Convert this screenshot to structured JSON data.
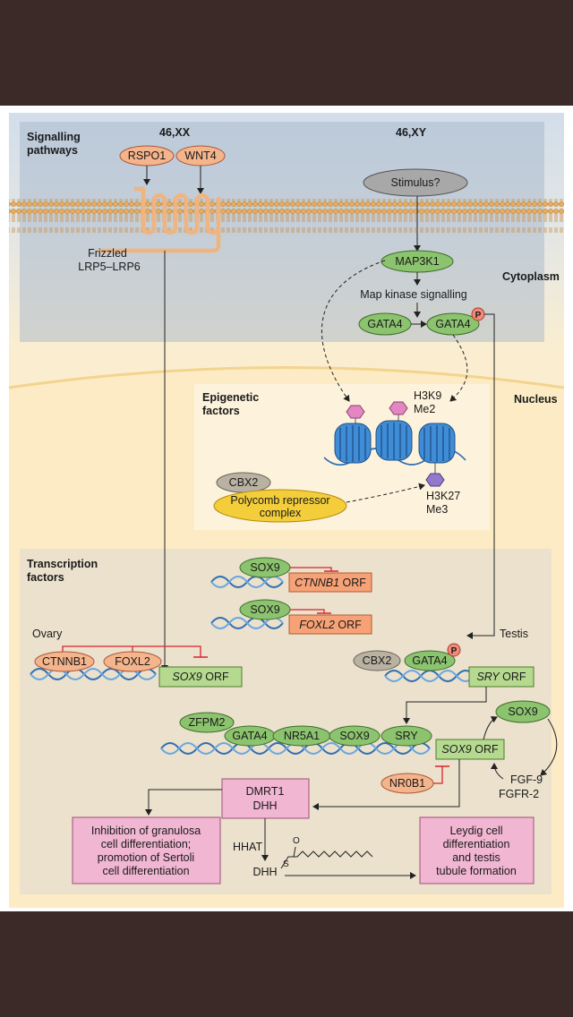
{
  "karyotypes": {
    "xx": "46,XX",
    "xy": "46,XY"
  },
  "sections": {
    "signalling": [
      "Signalling",
      "pathways"
    ],
    "epigenetic": [
      "Epigenetic",
      "factors"
    ],
    "transcription": [
      "Transcription",
      "factors"
    ],
    "cytoplasm": "Cytoplasm",
    "nucleus": "Nucleus"
  },
  "membrane": {
    "receptor": [
      "Frizzled",
      "LRP5–LRP6"
    ],
    "stimulus": "Stimulus?"
  },
  "ligands": {
    "rspo1": "RSPO1",
    "wnt4": "WNT4"
  },
  "cytoplasm": {
    "map3k1": "MAP3K1",
    "map_kinase": "Map kinase signalling",
    "gata4_a": "GATA4",
    "gata4_b": "GATA4",
    "phospho": "P"
  },
  "epigenetic": {
    "h3k9": [
      "H3K9",
      "Me2"
    ],
    "cbx2": "CBX2",
    "polycomb": [
      "Polycomb repressor",
      "complex"
    ],
    "h3k27": [
      "H3K27",
      "Me3"
    ]
  },
  "transcription": {
    "sox9_a": "SOX9",
    "ctnnb1_orf": {
      "gene": "CTNNB1",
      "suffix": " ORF"
    },
    "sox9_b": "SOX9",
    "foxl2_orf": {
      "gene": "FOXL2",
      "suffix": " ORF"
    },
    "ovary": "Ovary",
    "testis": "Testis",
    "ctnnb1": "CTNNB1",
    "foxl2": "FOXL2",
    "sox9_orf_ovary": {
      "gene": "SOX9",
      "suffix": " ORF"
    },
    "cbx2": "CBX2",
    "gata4": "GATA4",
    "sry_orf": {
      "gene": "SRY",
      "suffix": " ORF"
    },
    "zfpm2": "ZFPM2",
    "gata4_2": "GATA4",
    "nr5a1": "NR5A1",
    "sox9_c": "SOX9",
    "sry": "SRY",
    "sox9_orf_testis": {
      "gene": "SOX9",
      "suffix": " ORF"
    },
    "sox9_loop": "SOX9",
    "fgf9": "FGF-9",
    "fgfr2": "FGFR-2",
    "nr0b1": "NR0B1",
    "dmrt1": "DMRT1",
    "dhh": "DHH",
    "hhat": "HHAT",
    "dhh_mod": "DHH",
    "sulfur": "S",
    "oxygen": "O"
  },
  "outcomes": {
    "ovary": [
      "Inhibition of granulosa",
      "cell differentiation;",
      "promotion of Sertoli",
      "cell differentiation"
    ],
    "testis": [
      "Leydig cell",
      "differentiation",
      "and testis",
      "tubule formation"
    ]
  },
  "colors": {
    "orange_node": "#f4b48c",
    "green_node": "#8cc36e",
    "grey_node": "#b9b2a3",
    "yellow_node": "#f3ce3a",
    "pink_box": "#f1b6d1",
    "inhibit": "#d8232a",
    "membrane": "#f0b47f",
    "dna_blue": "#2f6fb3"
  }
}
